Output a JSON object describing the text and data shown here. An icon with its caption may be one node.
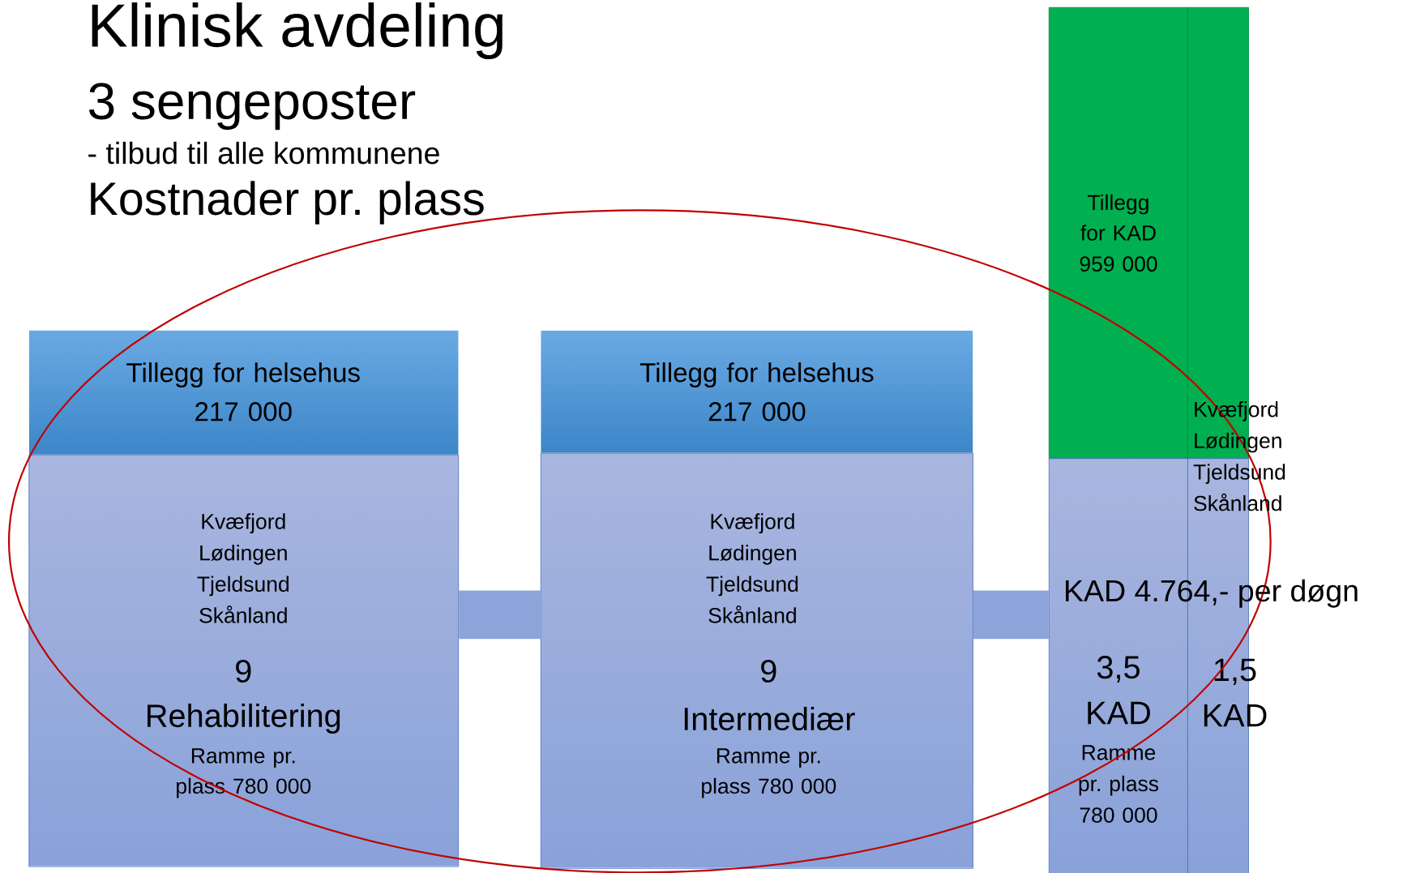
{
  "diagram": {
    "title": "Klinisk avdeling",
    "nodes": [
      {
        "text": [
          "Tillegg for helsehus",
          "217 000"
        ]
      },
      {
        "text": [
          "Kvæfjord Lødingen Tjeldsund Skånland",
          "9",
          "Rehabilitering",
          "Ramme pr. plass 780 000"
        ]
      },
      {
        "text": [
          "Tillegg for helsehus",
          "217 000"
        ]
      },
      {
        "text": [
          "Kvæfjord Lødingen Tjeldsund Skånland",
          "9",
          "Intermediær",
          "Ramme pr. plass 780 000"
        ]
      },
      {
        "text": [
          "Tillegg for KAD",
          "959 000"
        ]
      },
      {
        "text": [],
        "shape": "bar"
      },
      {
        "text": [
          "3,5 KAD",
          "Ramme pr. plass 780 000"
        ]
      },
      {
        "text": [
          "1,5 KAD"
        ]
      }
    ],
    "edges": [
      {
        "from": 1,
        "to": 3,
        "arrow": "none"
      },
      {
        "from": 3,
        "to": 6,
        "arrow": "none"
      }
    ],
    "labels": [
      "3 sengeposter",
      "- tilbud til alle kommunene",
      "Kostnader pr. plass",
      "Kvæfjord Lødingen Tjeldsund Skånland",
      "KAD 4.764,- per døgn"
    ]
  }
}
